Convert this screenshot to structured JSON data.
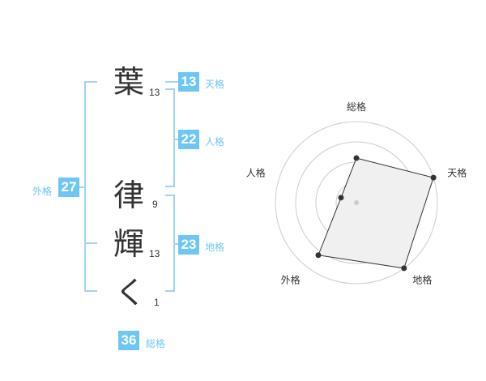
{
  "name": {
    "chars": [
      {
        "char": "葉",
        "strokes": "13"
      },
      {
        "char": "律",
        "strokes": "9"
      },
      {
        "char": "輝",
        "strokes": "13"
      },
      {
        "char": "く",
        "strokes": "1"
      }
    ]
  },
  "kakusu": {
    "tenkaku": {
      "value": "13",
      "label": "天格"
    },
    "jinkaku": {
      "value": "22",
      "label": "人格"
    },
    "chikaku": {
      "value": "23",
      "label": "地格"
    },
    "gaikaku": {
      "value": "27",
      "label": "外格"
    },
    "soukaku": {
      "value": "36",
      "label": "総格"
    }
  },
  "chart_data": {
    "type": "radar",
    "axes": [
      "総格",
      "天格",
      "地格",
      "外格",
      "人格"
    ],
    "values": [
      0.55,
      1.0,
      1.0,
      0.8,
      0.2
    ],
    "rings": 4,
    "max": 1.0
  }
}
